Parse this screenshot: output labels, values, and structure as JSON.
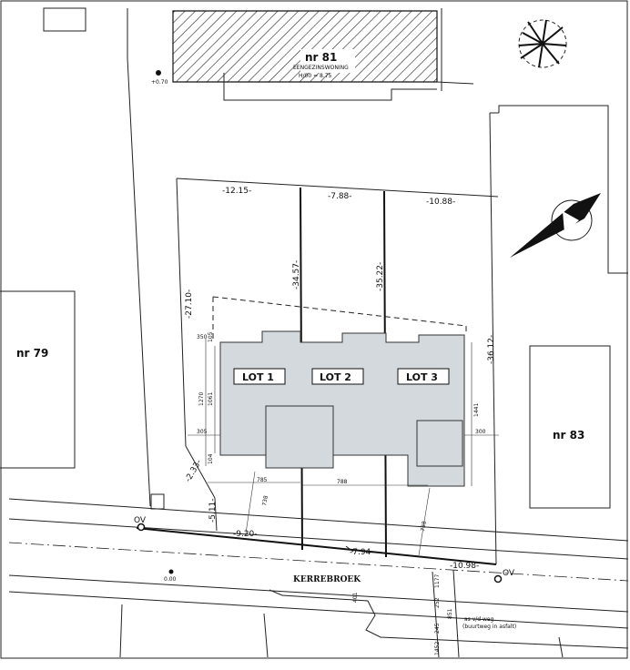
{
  "plots": {
    "nr81": "nr 81",
    "nr81_type": "EENGEZINSWONING",
    "nr81_height": "H/00 = 8.75",
    "nr79": "nr 79",
    "nr83": "nr 83"
  },
  "lots": [
    "LOT 1",
    "LOT 2",
    "LOT 3"
  ],
  "levels": {
    "top": "+0.70",
    "road": "0.00"
  },
  "street": {
    "name": "KERREBROEK",
    "road_note": "(buurtweg in asfalt)",
    "road_note2": "as v/d weg"
  },
  "markers": {
    "ov": "OV"
  },
  "dimensions": {
    "rear_1": "-12.15-",
    "rear_2": "-7.88-",
    "rear_3": "-10.88-",
    "depth_1": "-34.57-",
    "depth_2": "-35.22-",
    "depth_left": "-27.10-",
    "depth_right": "-36.12-",
    "left_low": "-5.11-",
    "left_angle": "-2.33-",
    "front_1": "-9.20-",
    "front_2": "-7.94-",
    "front_3": "-10.98-",
    "b1": "785",
    "b2": "788",
    "b3": "738",
    "b4": "738",
    "h1": "1270",
    "h2": "1061",
    "h3": "1441",
    "w1": "305",
    "w2": "300",
    "s1": "350",
    "s2": "104",
    "s3": "105",
    "r1": "1177",
    "r2": "252",
    "r3": "851",
    "r4": "245",
    "r5": "1452",
    "r6": "401"
  }
}
